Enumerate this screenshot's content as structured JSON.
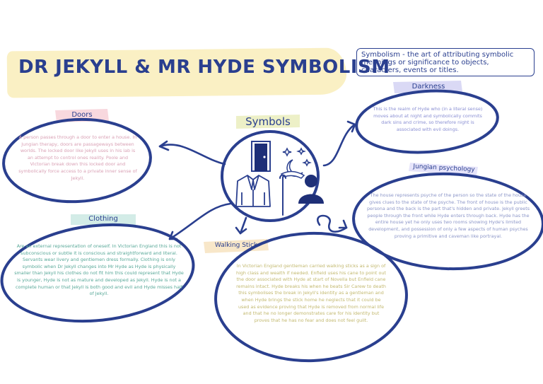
{
  "title": "DR JEKYLL & MR HYDE SYMBOLISM",
  "definition": "Symbolism - the art of attributing symbolic meanings or significance to objects, characters, events or titles.",
  "center": {
    "label": "Symbols"
  },
  "topics": {
    "doors": {
      "label": "Doors",
      "text": "A person passes through a door to enter a house. In Jungian therapy, doors are passageways between worlds. The locked door like Jekyll uses in his lab is an attempt to control ones reality. Poole and Victorian break down this locked door and symbolically force access to a private inner sense of Jekyll."
    },
    "darkness": {
      "label": "Darkness",
      "text": "This is the realm of Hyde who (in a literal sense) moves about at night and symbolically commits dark sins and crime, so therefore night is associated with evil doings."
    },
    "jungian": {
      "label": "Jungian psychology",
      "text": "The house represents psyche of the person so the state of the house gives clues to the state of the psyche. The front of house is the public persona and the back is the part that's hidden and private. Jekyll greets people through the front while Hyde enters through back. Hyde has the entire house yet he only uses two rooms showing Hyde's limited development, and possession of only a few aspects of human psyches proving a primitive and caveman like portrayal."
    },
    "clothing": {
      "label": "Clothing",
      "text": "Are an external representation of oneself. In Victorian England this is not subconscious or subtle it is conscious and straightforward and literal. Servants wear livery and gentlemen dress formally. Clothing is only symbolic when Dr Jekyll changes into Mr Hyde as Hyde is physically smaller than Jekyll his clothes do not fit him this could represent that Hyde is younger, Hyde is not as mature and developed as Jekyll. Hyde is not a complete human or that Jekyll is both good and evil and Hyde misses half of Jekyll."
    },
    "walking_stick": {
      "label": "Walking Stick",
      "text": "In Victorian England gentleman carried walking sticks as a sign of high class and wealth if needed. Enfield uses his cane to point out the door associated with Hyde at start of Novella but Enfield cane remains intact. Hyde breaks his when he beats Sir Carew to death this symbolises the break in Jekyll's identity as a gentleman and when Hyde brings the stick home he neglects that it could be used as evidence proving that Hyde is removed from normal life and that he no longer demonstrates care for his identity but proves that he has no fear and does not feel guilt."
    }
  },
  "icons": [
    "door-icon",
    "moon-stars-icon",
    "suit-jacket-icon",
    "person-icon",
    "walking-stick-icon"
  ],
  "colors": {
    "navy": "#2a3f8f",
    "title_banner": "#faf0c4",
    "doors_tag": "#f8d8de",
    "darkness_tag": "#dad9f5",
    "jungian_tag": "#e6e4fa",
    "clothing_tag": "#d3ece7",
    "walking_stick_tag": "#f8e7c9"
  }
}
